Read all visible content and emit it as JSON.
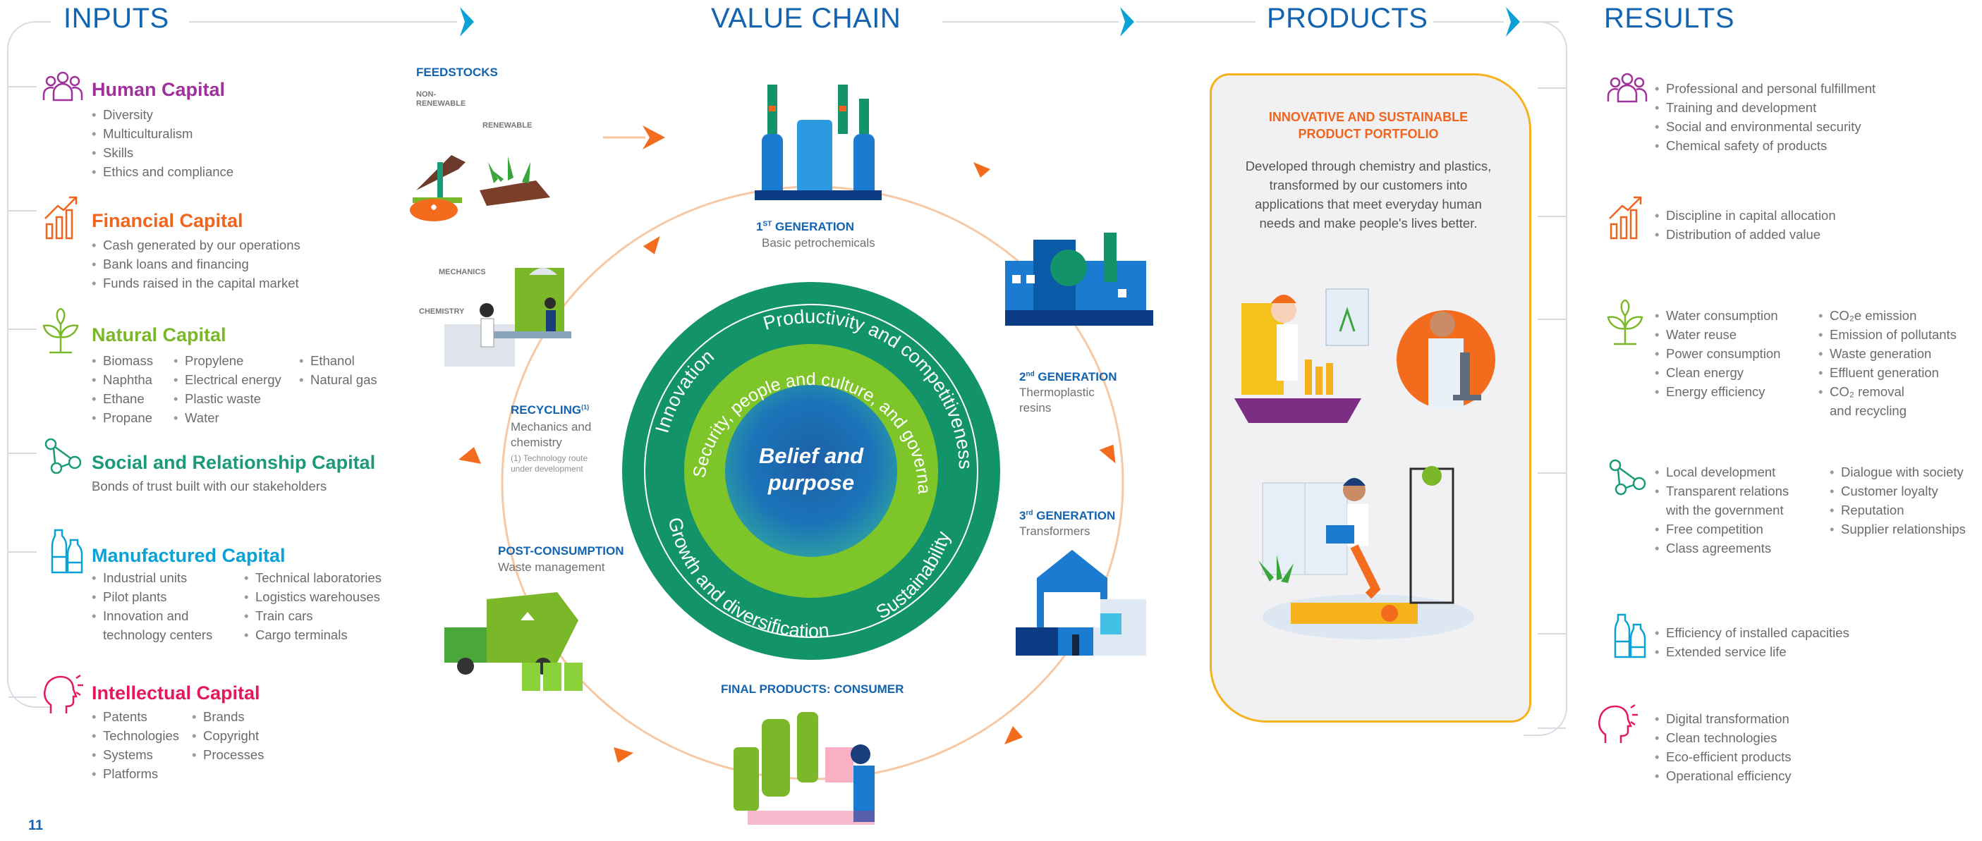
{
  "headers": {
    "inputs": "INPUTS",
    "value_chain": "VALUE CHAIN",
    "products": "PRODUCTS",
    "results": "RESULTS"
  },
  "page_number": "11",
  "colors": {
    "header_blue": "#1263b0",
    "human": "#a0309a",
    "financial": "#f0641e",
    "natural": "#7ab829",
    "social": "#1a9a78",
    "manufactured": "#0aa1d6",
    "intellectual": "#e5195a",
    "ring_dark": "#13936a",
    "ring_light": "#7ec52a",
    "core": "#1b74b8",
    "arrow_orange": "#f36b1c"
  },
  "inputs": {
    "human": {
      "title": "Human Capital",
      "icon": "people-icon",
      "items": [
        "Diversity",
        "Multiculturalism",
        "Skills",
        "Ethics and compliance"
      ]
    },
    "financial": {
      "title": "Financial Capital",
      "icon": "chart-growth-icon",
      "items": [
        "Cash generated by our operations",
        "Bank loans and financing",
        "Funds raised in the capital market"
      ]
    },
    "natural": {
      "title": "Natural Capital",
      "icon": "plant-icon",
      "col1": [
        "Biomass",
        "Naphtha",
        "Ethane",
        "Propane"
      ],
      "col2": [
        "Propylene",
        "Electrical energy",
        "Plastic waste",
        "Water"
      ],
      "col3": [
        "Ethanol",
        "Natural gas"
      ]
    },
    "social": {
      "title": "Social and Relationship Capital",
      "icon": "network-icon",
      "text": "Bonds of trust built with our stakeholders"
    },
    "manufactured": {
      "title": "Manufactured Capital",
      "icon": "bottles-icon",
      "col1": [
        "Industrial units",
        "Pilot plants",
        "Innovation and",
        "technology centers"
      ],
      "col2": [
        "Technical laboratories",
        "Logistics warehouses",
        "Train cars",
        "Cargo terminals"
      ]
    },
    "intellectual": {
      "title": "Intellectual Capital",
      "icon": "head-idea-icon",
      "col1": [
        "Patents",
        "Technologies",
        "Systems",
        "Platforms"
      ],
      "col2": [
        "Brands",
        "Copyright",
        "Processes"
      ]
    }
  },
  "value_chain": {
    "feedstocks": "FEEDSTOCKS",
    "non_renewable": "NON-\nRENEWABLE",
    "renewable": "RENEWABLE",
    "gen1_title": "1ST GENERATION",
    "gen1_sub": "Basic petrochemicals",
    "gen2_title": "2nd GENERATION",
    "gen2_sub": "Thermoplastic\nresins",
    "gen3_title": "3rd GENERATION",
    "gen3_sub": "Transformers",
    "final_products": "FINAL PRODUCTS: CONSUMER",
    "post_consumption_title": "POST-CONSUMPTION",
    "post_consumption_sub": "Waste management",
    "recycling_title": "RECYCLING",
    "recycling_sup": "(1)",
    "recycling_sub": "Mechanics and\nchemistry",
    "recycling_note": "(1) Technology route\nunder development",
    "mechanics": "MECHANICS",
    "chemistry": "CHEMISTRY",
    "core_text": "Belief and\npurpose",
    "outer_ring": [
      "Productivity and competitiveness",
      "Innovation",
      "Growth and diversification",
      "Sustainability"
    ],
    "inner_ring": "Security, people and culture, and governance"
  },
  "products": {
    "title": "INNOVATIVE AND SUSTAINABLE\nPRODUCT PORTFOLIO",
    "description": "Developed through chemistry and plastics, transformed by our customers into applications that meet everyday human needs and make people's lives better."
  },
  "results": {
    "human": [
      "Professional and personal fulfillment",
      "Training and development",
      "Social and environmental security",
      "Chemical safety of products"
    ],
    "financial": [
      "Discipline in capital allocation",
      "Distribution of added value"
    ],
    "natural_col1": [
      "Water consumption",
      "Water reuse",
      "Power consumption",
      "Clean energy",
      "Energy efficiency"
    ],
    "natural_col2": [
      "CO₂e emission",
      "Emission of pollutants",
      "Waste generation",
      "Effluent generation",
      "CO₂ removal",
      "and recycling"
    ],
    "social_col1": [
      "Local development",
      "Transparent relations",
      "with the government",
      "Free competition",
      "Class agreements"
    ],
    "social_col2": [
      "Dialogue with society",
      "Customer loyalty",
      "Reputation",
      "Supplier relationships"
    ],
    "manufactured": [
      "Efficiency of installed capacities",
      "Extended service life"
    ],
    "intellectual": [
      "Digital transformation",
      "Clean technologies",
      "Eco-efficient products",
      "Operational efficiency"
    ]
  }
}
